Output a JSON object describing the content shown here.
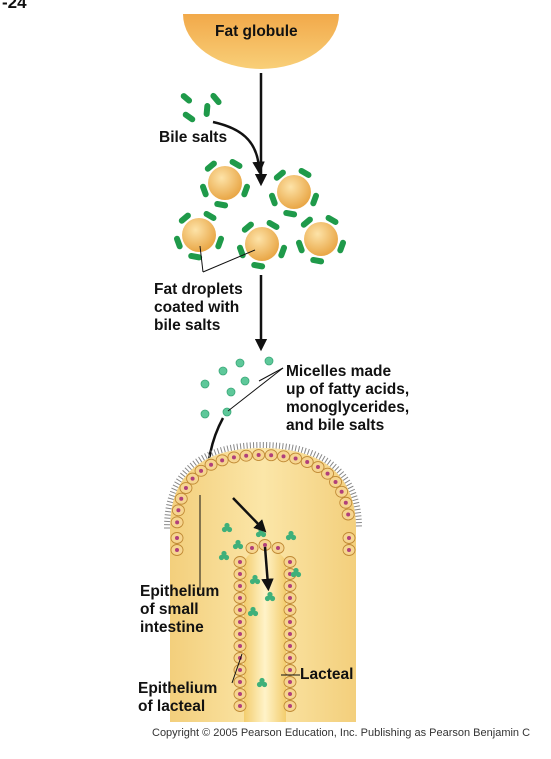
{
  "figure_number": "-24",
  "labels": {
    "fat_globule": "Fat globule",
    "bile_salts": "Bile salts",
    "fat_droplets": "Fat droplets\ncoated with\nbile salts",
    "micelles": "Micelles made\nup of fatty acids,\nmonoglycerides,\nand bile salts",
    "epithelium_small_intestine": "Epithelium\nof small\nintestine",
    "lacteal": "Lacteal",
    "epithelium_lacteal": "Epithelium\nof lacteal"
  },
  "copyright": "Copyright © 2005 Pearson Education, Inc. Publishing as Pearson Benjamin C",
  "colors": {
    "fat": "#f5c46a",
    "fat_dark": "#e8a33c",
    "bile_salt": "#1f9a4a",
    "micelle": "#5ec89a",
    "villus": "#f8dc8c",
    "cell": "#f6d590",
    "nucleus": "#b0407a"
  }
}
